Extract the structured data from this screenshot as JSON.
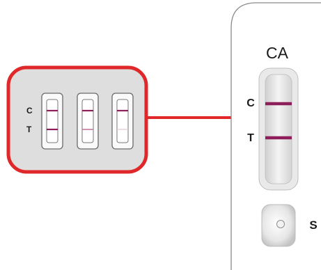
{
  "inset_labels": {
    "control": "C",
    "test": "T"
  },
  "cassette": {
    "title": "CA",
    "control_label": "C",
    "test_label": "T",
    "sample_label": "S"
  },
  "colors": {
    "callout_red": "#e0272a",
    "line_purple": "#8e1e5a",
    "inset_bg": "#dedede",
    "outline": "#6a6a6a"
  }
}
